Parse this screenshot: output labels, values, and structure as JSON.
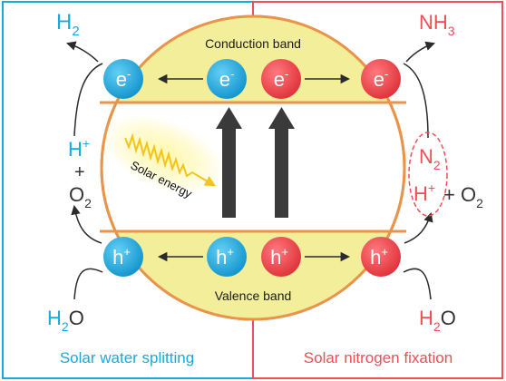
{
  "colors": {
    "left_accent": "#1aa9dc",
    "right_accent": "#ef4e55",
    "band_fill": "#f2ee9a",
    "band_stroke": "#e8944a",
    "arrow_dark": "#3a3a3a",
    "sun_wave": "#f3c51c"
  },
  "panels": {
    "left": {
      "caption": "Solar water splitting"
    },
    "right": {
      "caption": "Solar nitrogen fixation"
    }
  },
  "bands": {
    "conduction": "Conduction band",
    "valence": "Valence band"
  },
  "carriers": {
    "electron": {
      "base": "e",
      "sup": "-"
    },
    "hole": {
      "base": "h",
      "sup": "+"
    }
  },
  "left_species": {
    "top_product": {
      "base": "H",
      "sub": "2"
    },
    "proton": {
      "base": "H",
      "sup": "+"
    },
    "plus": "+",
    "oxygen": {
      "base": "O",
      "sub": "2"
    },
    "bottom_reactant": {
      "base": "H",
      "sub": "2",
      "tail": "O"
    }
  },
  "right_species": {
    "top_product": {
      "base": "NH",
      "sub": "3"
    },
    "nitrogen": {
      "base": "N",
      "sub": "2"
    },
    "proton": {
      "base": "H",
      "sup": "+"
    },
    "plus_oxygen": {
      "base": "+ O",
      "sub": "2"
    },
    "bottom_reactant": {
      "base": "H",
      "sub": "2",
      "tail": "O"
    }
  },
  "solar_label": "Solar energy",
  "icons": [
    "sun-wave-icon",
    "excitation-arrow-icon",
    "transfer-arrow-icon"
  ]
}
